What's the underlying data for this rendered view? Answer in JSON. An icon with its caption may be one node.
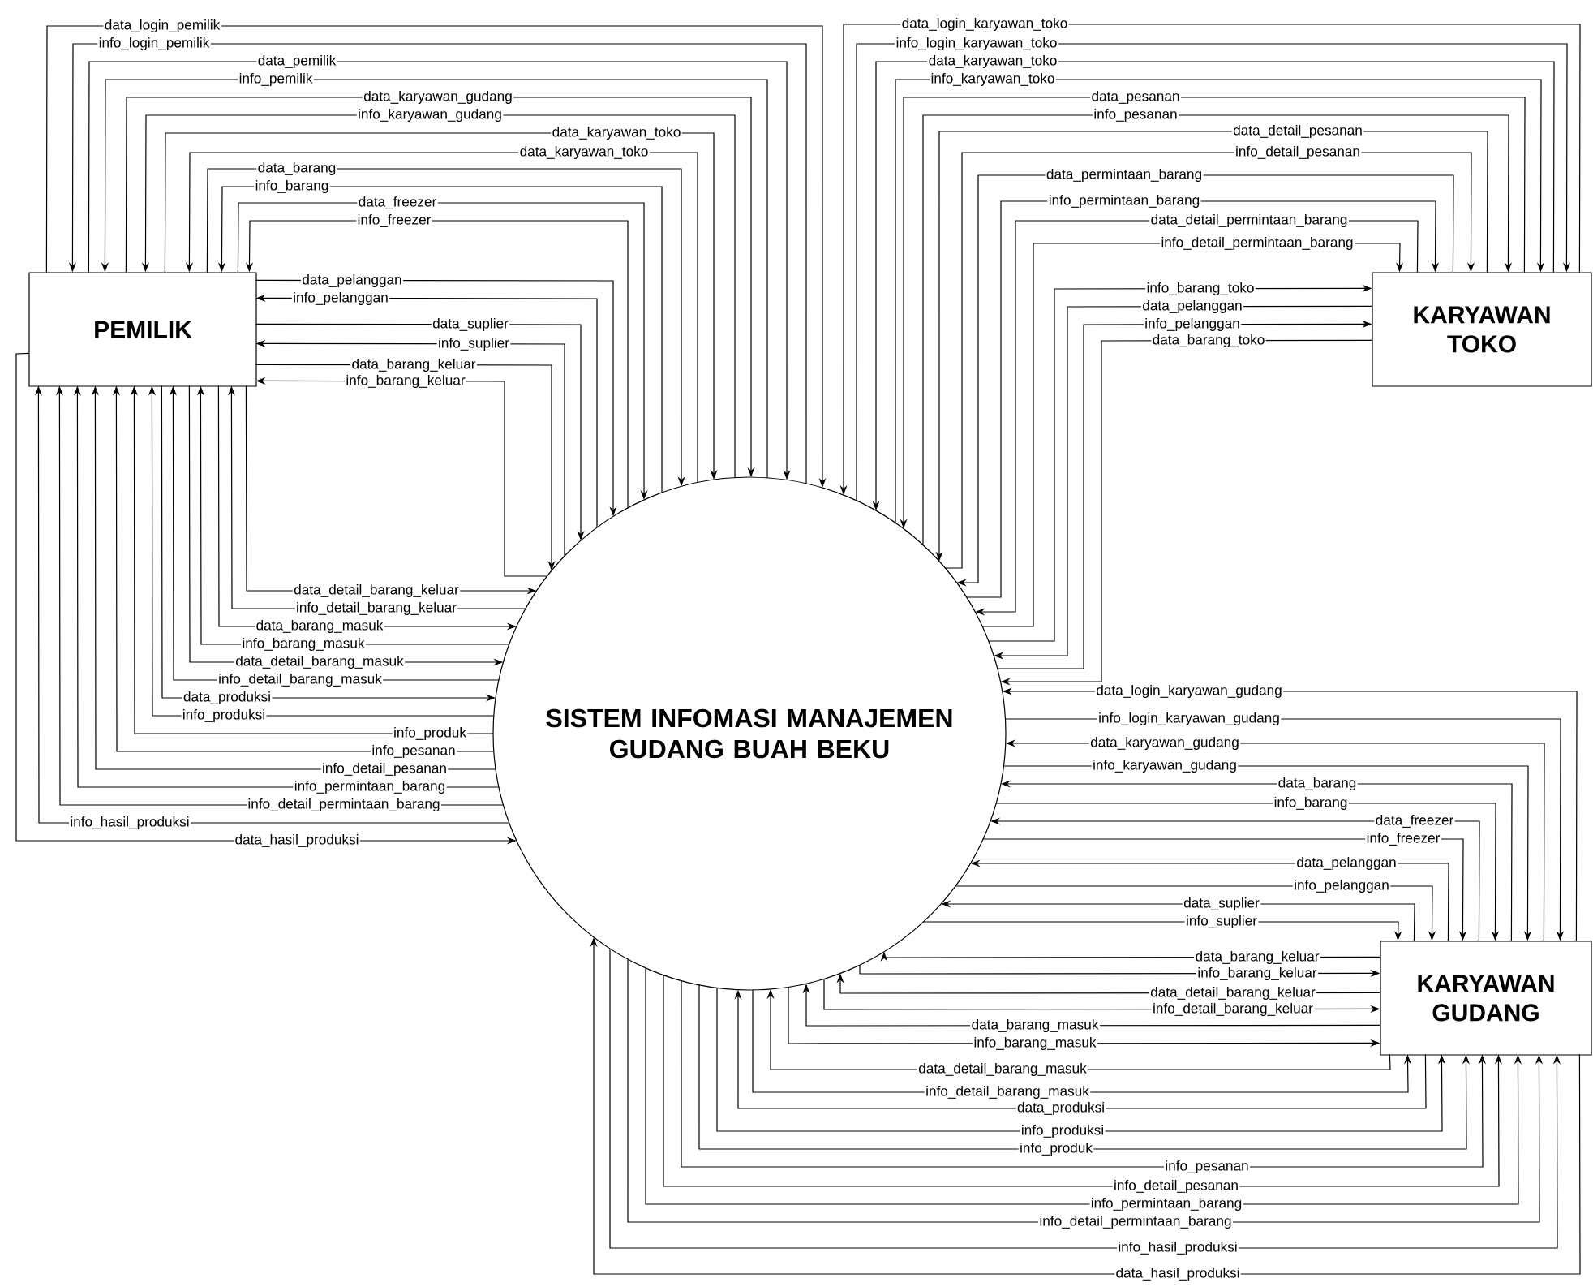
{
  "diagram": {
    "nodes": [
      {
        "text": [
          "PEMILIK"
        ]
      },
      {
        "text": [
          "KARYAWAN TOKO"
        ]
      },
      {
        "text": [
          "SISTEM INFOMASI MANAJEMEN GUDANG BUAH BEKU"
        ]
      },
      {
        "text": [
          "KARYAWAN GUDANG"
        ]
      }
    ],
    "edges": [
      {
        "from": 0,
        "to": 2,
        "arrow": "to",
        "label": "data_login_pemilik"
      },
      {
        "from": 2,
        "to": 0,
        "arrow": "to",
        "label": "info_login_pemilik"
      },
      {
        "from": 0,
        "to": 2,
        "arrow": "to",
        "label": "data_pemilik"
      },
      {
        "from": 2,
        "to": 0,
        "arrow": "to",
        "label": "info_pemilik"
      },
      {
        "from": 0,
        "to": 2,
        "arrow": "to",
        "label": "data_karyawan_gudang"
      },
      {
        "from": 2,
        "to": 0,
        "arrow": "to",
        "label": "info_karyawan_gudang"
      },
      {
        "from": 0,
        "to": 2,
        "arrow": "to",
        "label": "data_karyawan_toko"
      },
      {
        "from": 2,
        "to": 0,
        "arrow": "to",
        "label": "data_karyawan_toko"
      },
      {
        "from": 0,
        "to": 2,
        "arrow": "to",
        "label": "data_barang"
      },
      {
        "from": 2,
        "to": 0,
        "arrow": "to",
        "label": "info_barang"
      },
      {
        "from": 0,
        "to": 2,
        "arrow": "to",
        "label": "data_freezer"
      },
      {
        "from": 2,
        "to": 0,
        "arrow": "to",
        "label": "info_freezer"
      },
      {
        "from": 0,
        "to": 2,
        "arrow": "to",
        "label": "data_pelanggan"
      },
      {
        "from": 2,
        "to": 0,
        "arrow": "to",
        "label": "info_pelanggan"
      },
      {
        "from": 0,
        "to": 2,
        "arrow": "to",
        "label": "data_suplier"
      },
      {
        "from": 2,
        "to": 0,
        "arrow": "to",
        "label": "info_suplier"
      },
      {
        "from": 0,
        "to": 2,
        "arrow": "to",
        "label": "data_barang_keluar"
      },
      {
        "from": 2,
        "to": 0,
        "arrow": "to",
        "label": "info_barang_keluar"
      },
      {
        "from": 0,
        "to": 2,
        "arrow": "to",
        "label": "data_detail_barang_keluar"
      },
      {
        "from": 2,
        "to": 0,
        "arrow": "to",
        "label": "info_detail_barang_keluar"
      },
      {
        "from": 0,
        "to": 2,
        "arrow": "to",
        "label": "data_barang_masuk"
      },
      {
        "from": 2,
        "to": 0,
        "arrow": "to",
        "label": "info_barang_masuk"
      },
      {
        "from": 0,
        "to": 2,
        "arrow": "to",
        "label": "data_detail_barang_masuk"
      },
      {
        "from": 2,
        "to": 0,
        "arrow": "to",
        "label": "info_detail_barang_masuk"
      },
      {
        "from": 0,
        "to": 2,
        "arrow": "to",
        "label": "data_produksi"
      },
      {
        "from": 2,
        "to": 0,
        "arrow": "to",
        "label": "info_produksi"
      },
      {
        "from": 2,
        "to": 0,
        "arrow": "to",
        "label": "info_produk"
      },
      {
        "from": 2,
        "to": 0,
        "arrow": "to",
        "label": "info_pesanan"
      },
      {
        "from": 2,
        "to": 0,
        "arrow": "to",
        "label": "info_detail_pesanan"
      },
      {
        "from": 2,
        "to": 0,
        "arrow": "to",
        "label": "info_permintaan_barang"
      },
      {
        "from": 2,
        "to": 0,
        "arrow": "to",
        "label": "info_detail_permintaan_barang"
      },
      {
        "from": 2,
        "to": 0,
        "arrow": "to",
        "label": "info_hasil_produksi"
      },
      {
        "from": 0,
        "to": 2,
        "arrow": "to",
        "label": "data_hasil_produksi"
      },
      {
        "from": 1,
        "to": 2,
        "arrow": "to",
        "label": "data_login_karyawan_toko"
      },
      {
        "from": 2,
        "to": 1,
        "arrow": "to",
        "label": "info_login_karyawan_toko"
      },
      {
        "from": 1,
        "to": 2,
        "arrow": "to",
        "label": "data_karyawan_toko"
      },
      {
        "from": 2,
        "to": 1,
        "arrow": "to",
        "label": "info_karyawan_toko"
      },
      {
        "from": 1,
        "to": 2,
        "arrow": "to",
        "label": "data_pesanan"
      },
      {
        "from": 2,
        "to": 1,
        "arrow": "to",
        "label": "info_pesanan"
      },
      {
        "from": 1,
        "to": 2,
        "arrow": "to",
        "label": "data_detail_pesanan"
      },
      {
        "from": 2,
        "to": 1,
        "arrow": "to",
        "label": "info_detail_pesanan"
      },
      {
        "from": 1,
        "to": 2,
        "arrow": "to",
        "label": "data_permintaan_barang"
      },
      {
        "from": 2,
        "to": 1,
        "arrow": "to",
        "label": "info_permintaan_barang"
      },
      {
        "from": 1,
        "to": 2,
        "arrow": "to",
        "label": "data_detail_permintaan_barang"
      },
      {
        "from": 2,
        "to": 1,
        "arrow": "to",
        "label": "info_detail_permintaan_barang"
      },
      {
        "from": 2,
        "to": 1,
        "arrow": "to",
        "label": "info_barang_toko"
      },
      {
        "from": 1,
        "to": 2,
        "arrow": "to",
        "label": "data_pelanggan"
      },
      {
        "from": 2,
        "to": 1,
        "arrow": "to",
        "label": "info_pelanggan"
      },
      {
        "from": 1,
        "to": 2,
        "arrow": "to",
        "label": "data_barang_toko"
      },
      {
        "from": 3,
        "to": 2,
        "arrow": "to",
        "label": "data_login_karyawan_gudang"
      },
      {
        "from": 2,
        "to": 3,
        "arrow": "to",
        "label": "info_login_karyawan_gudang"
      },
      {
        "from": 3,
        "to": 2,
        "arrow": "to",
        "label": "data_karyawan_gudang"
      },
      {
        "from": 2,
        "to": 3,
        "arrow": "to",
        "label": "info_karyawan_gudang"
      },
      {
        "from": 3,
        "to": 2,
        "arrow": "to",
        "label": "data_barang"
      },
      {
        "from": 2,
        "to": 3,
        "arrow": "to",
        "label": "info_barang"
      },
      {
        "from": 3,
        "to": 2,
        "arrow": "to",
        "label": "data_freezer"
      },
      {
        "from": 2,
        "to": 3,
        "arrow": "to",
        "label": "info_freezer"
      },
      {
        "from": 3,
        "to": 2,
        "arrow": "to",
        "label": "data_pelanggan"
      },
      {
        "from": 2,
        "to": 3,
        "arrow": "to",
        "label": "info_pelanggan"
      },
      {
        "from": 3,
        "to": 2,
        "arrow": "to",
        "label": "data_suplier"
      },
      {
        "from": 2,
        "to": 3,
        "arrow": "to",
        "label": "info_suplier"
      },
      {
        "from": 3,
        "to": 2,
        "arrow": "to",
        "label": "data_barang_keluar"
      },
      {
        "from": 2,
        "to": 3,
        "arrow": "to",
        "label": "info_barang_keluar"
      },
      {
        "from": 3,
        "to": 2,
        "arrow": "to",
        "label": "data_detail_barang_keluar"
      },
      {
        "from": 2,
        "to": 3,
        "arrow": "to",
        "label": "info_detail_barang_keluar"
      },
      {
        "from": 3,
        "to": 2,
        "arrow": "to",
        "label": "data_barang_masuk"
      },
      {
        "from": 2,
        "to": 3,
        "arrow": "to",
        "label": "info_barang_masuk"
      },
      {
        "from": 3,
        "to": 2,
        "arrow": "to",
        "label": "data_detail_barang_masuk"
      },
      {
        "from": 2,
        "to": 3,
        "arrow": "to",
        "label": "info_detail_barang_masuk"
      },
      {
        "from": 3,
        "to": 2,
        "arrow": "to",
        "label": "data_produksi"
      },
      {
        "from": 2,
        "to": 3,
        "arrow": "to",
        "label": "info_produksi"
      },
      {
        "from": 2,
        "to": 3,
        "arrow": "to",
        "label": "info_produk"
      },
      {
        "from": 2,
        "to": 3,
        "arrow": "to",
        "label": "info_pesanan"
      },
      {
        "from": 2,
        "to": 3,
        "arrow": "to",
        "label": "info_detail_pesanan"
      },
      {
        "from": 2,
        "to": 3,
        "arrow": "to",
        "label": "info_permintaan_barang"
      },
      {
        "from": 2,
        "to": 3,
        "arrow": "to",
        "label": "info_detail_permintaan_barang"
      },
      {
        "from": 2,
        "to": 3,
        "arrow": "to",
        "label": "info_hasil_produksi"
      },
      {
        "from": 3,
        "to": 2,
        "arrow": "to",
        "label": "data_hasil_produksi"
      }
    ]
  }
}
